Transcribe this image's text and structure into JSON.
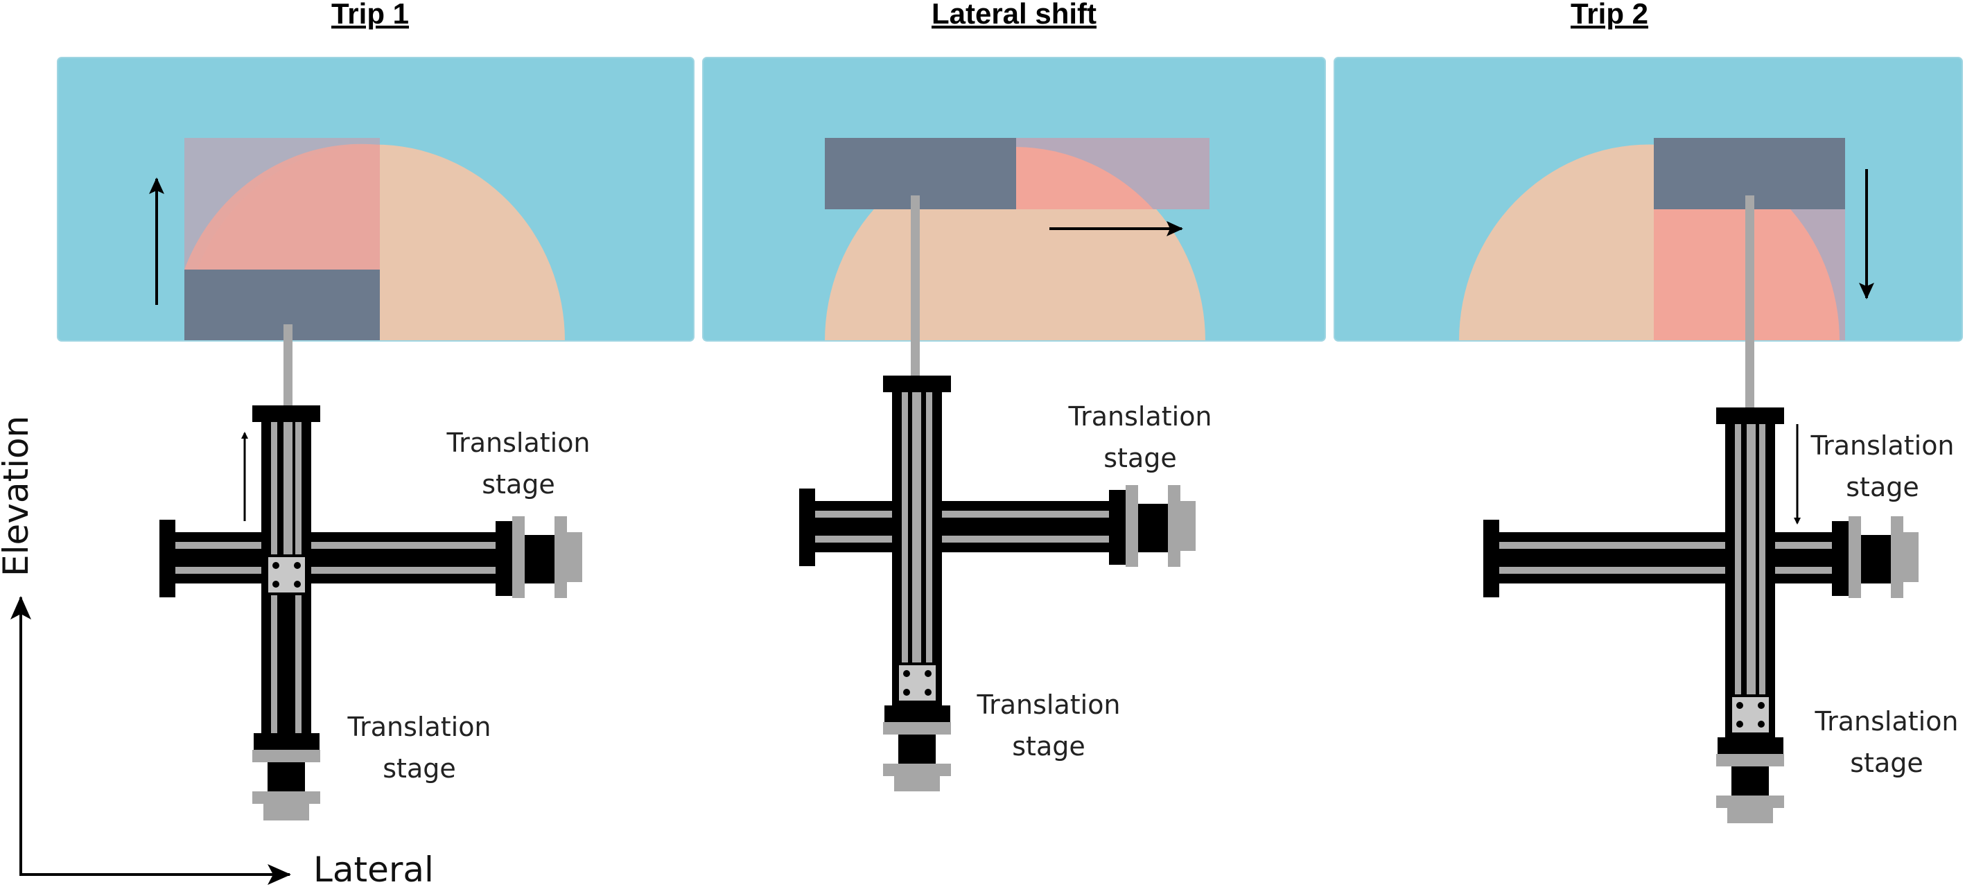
{
  "panels": [
    {
      "title": "Trip 1",
      "stage_label_right_1": "Translation",
      "stage_label_right_2": "stage",
      "stage_label_bottom_1": "Translation",
      "stage_label_bottom_2": "stage"
    },
    {
      "title": "Lateral shift",
      "stage_label_right_1": "Translation",
      "stage_label_right_2": "stage",
      "stage_label_bottom_1": "Translation",
      "stage_label_bottom_2": "stage"
    },
    {
      "title": "Trip 2",
      "stage_label_right_1": "Translation",
      "stage_label_right_2": "stage",
      "stage_label_bottom_1": "Translation",
      "stage_label_bottom_2": "stage"
    }
  ],
  "axes": {
    "vertical": "Elevation",
    "horizontal": "Lateral"
  },
  "colors": {
    "water": "#87CEDE",
    "tissue": "#E9C6AD",
    "scanned": "#F2A599",
    "transducer": "#6C7A8D",
    "swept": "#B6A9BA",
    "rod": "#A8A8A8",
    "stage_black": "#000000",
    "stage_gray": "#A6A6A6"
  }
}
